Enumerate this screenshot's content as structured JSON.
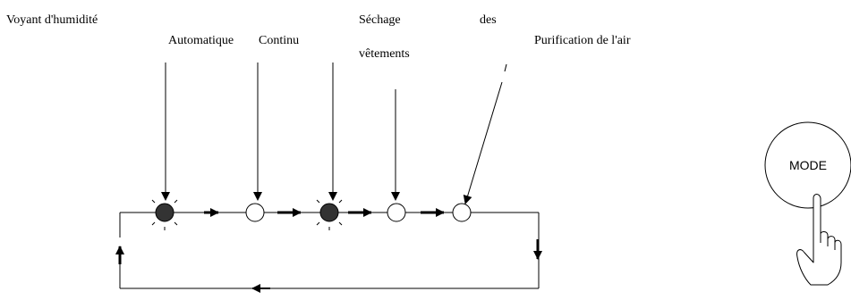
{
  "labels": {
    "humidity_indicator": "Voyant d'humidité",
    "automatic": "Automatique",
    "continuous": "Continu",
    "drying_line1": "Séchage",
    "drying_word2": "des",
    "drying_line2": "vêtements",
    "air_purification": "Purification de l'air"
  },
  "button": {
    "label": "MODE"
  },
  "colors": {
    "ink": "#000000",
    "lit_fill": "#333333",
    "background": "#ffffff"
  },
  "icons": [
    "glowing-lamp-icon",
    "unlit-lamp-icon",
    "pressing-finger-icon",
    "arrow-icon"
  ]
}
